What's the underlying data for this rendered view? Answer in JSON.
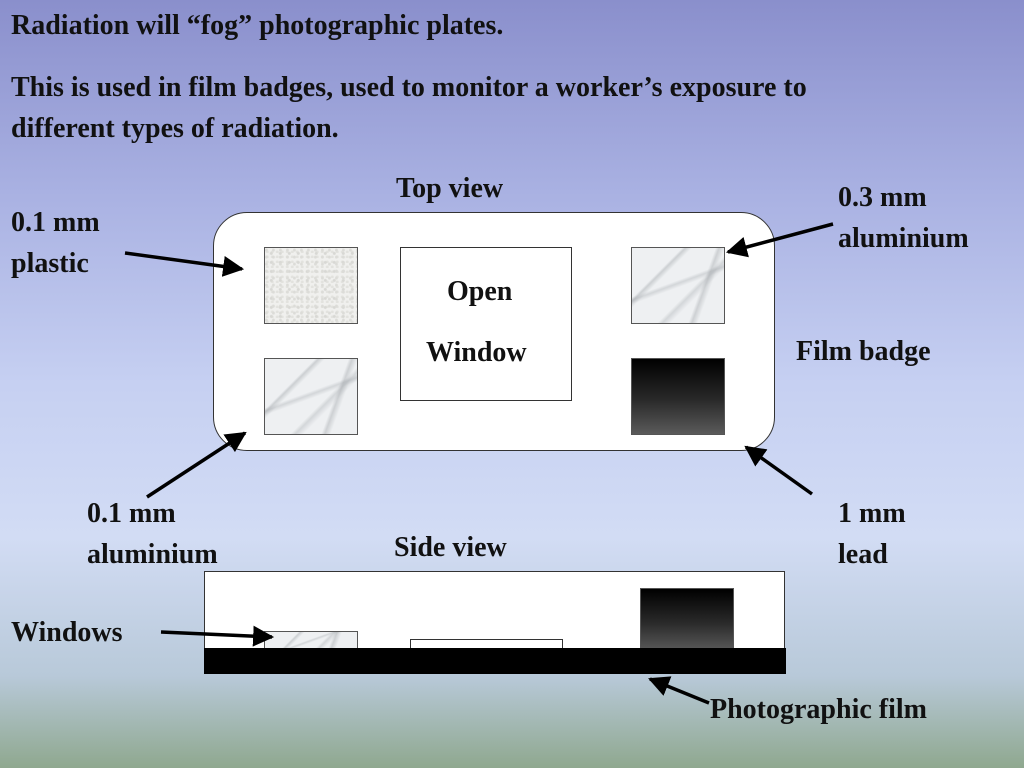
{
  "heading": "Radiation will “fog” photographic plates.",
  "intro": [
    "This is used in film badges, used to monitor a worker’s exposure to",
    "different types of radiation."
  ],
  "top_view_label": "Top view",
  "side_view_label": "Side view",
  "labels": {
    "plastic_01": [
      "0.1 mm",
      "plastic"
    ],
    "aluminium_03": [
      "0.3 mm",
      "aluminium"
    ],
    "aluminium_01": [
      "0.1 mm",
      "aluminium"
    ],
    "lead_1": [
      "1 mm",
      "lead"
    ],
    "film_badge": "Film badge",
    "windows": "Windows",
    "photographic_film": "Photographic film"
  },
  "open_window": [
    "Open",
    "Window"
  ]
}
